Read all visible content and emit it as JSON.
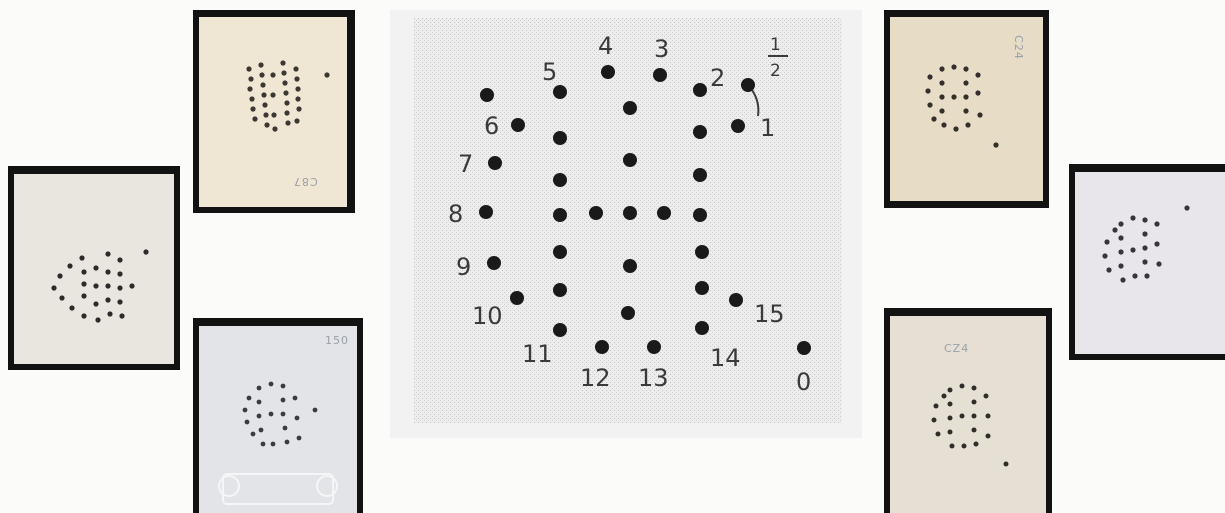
{
  "pencil_notes": {
    "stamp_1": "C87",
    "stamp_3": "150",
    "stamp_5": "C24",
    "stamp_7": "CZ4"
  },
  "diagram": {
    "labels": {
      "n0": "0",
      "n1": "1",
      "n1_5_num": "1",
      "n1_5_den": "2",
      "n2": "2",
      "n3": "3",
      "n4": "4",
      "n5": "5",
      "n6": "6",
      "n7": "7",
      "n8": "8",
      "n9": "9",
      "n10": "10",
      "n11": "11",
      "n12": "12",
      "n13": "13",
      "n14": "14",
      "n15": "15"
    }
  },
  "colors": {
    "card_border": "#121212",
    "diagram_bg": "#f2f2f2",
    "hole": "#1a1a1a"
  }
}
